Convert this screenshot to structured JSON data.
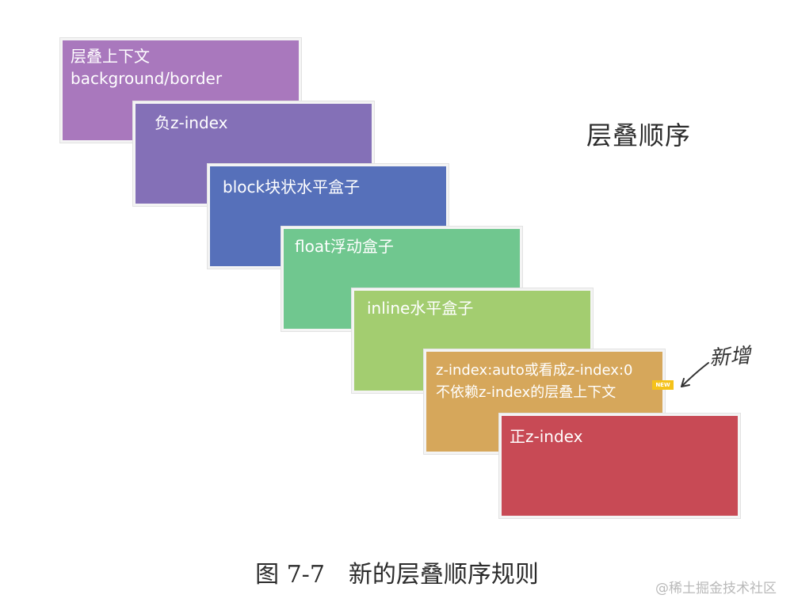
{
  "title": "层叠顺序",
  "layers": [
    {
      "label": "层叠上下文\nbackground/border",
      "color": "#a978bd"
    },
    {
      "label": "负z-index",
      "color": "#8470b7"
    },
    {
      "label": "block块状水平盒子",
      "color": "#5670ba"
    },
    {
      "label": "float浮动盒子",
      "color": "#70c78f"
    },
    {
      "label": "inline水平盒子",
      "color": "#a3cd70"
    },
    {
      "label": "z-index:auto或看成z-index:0\n不依赖z-index的层叠上下文",
      "color": "#d6a75b"
    },
    {
      "label": "正z-index",
      "color": "#c84a55"
    }
  ],
  "new_badge": "NEW",
  "annotation": "新增",
  "caption": "图 7-7　新的层叠顺序规则",
  "watermark": "@稀土掘金技术社区"
}
